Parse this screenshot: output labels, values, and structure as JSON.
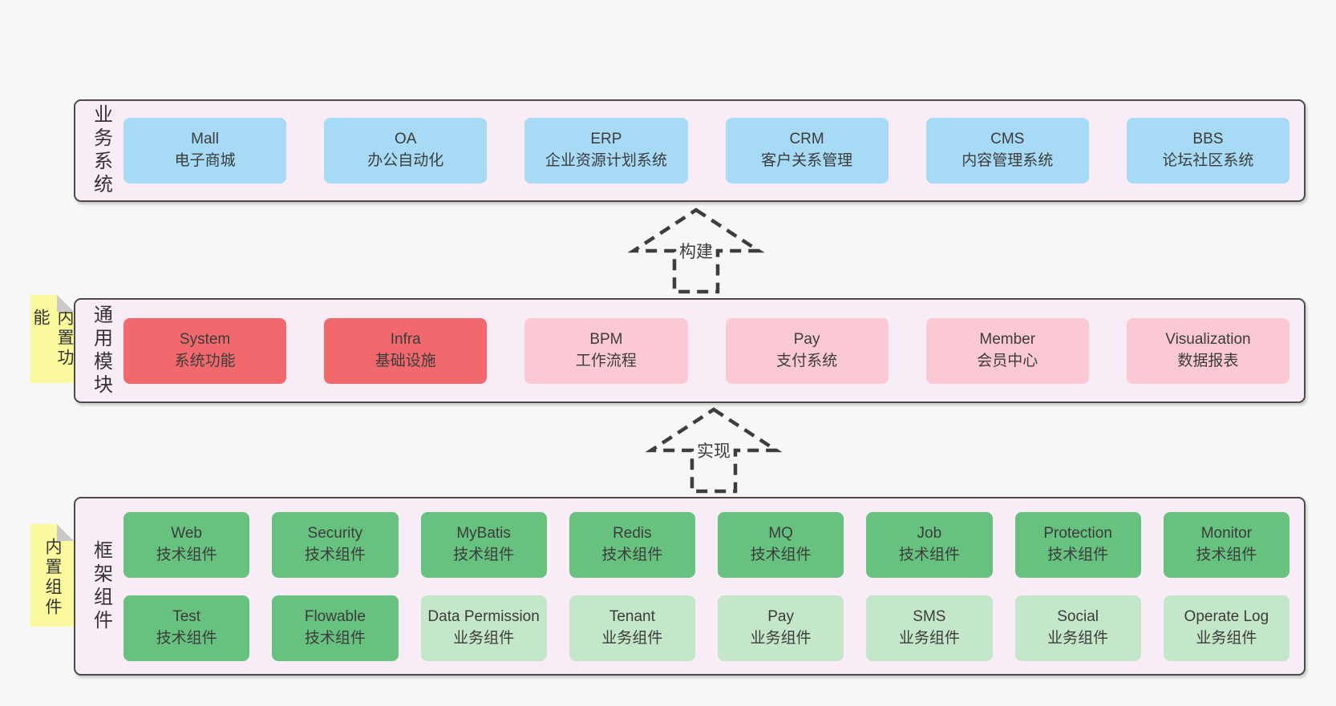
{
  "colors": {
    "page_bg": "#f7f7f7",
    "band_bg": "#f8edf6",
    "band_border": "#4b4b4b",
    "text": "#3c3c3c",
    "blue": "#a7daf5",
    "red": "#f1696d",
    "pink": "#fbc9d3",
    "green": "#66c27e",
    "light_green": "#c3e7c8",
    "note_yellow": "#fbf99e",
    "note_fold": "#c9c9c9",
    "arrow": "#3d3d3d"
  },
  "bands": [
    {
      "label": "业务系统",
      "boxes": [
        {
          "title": "Mall",
          "subtitle": "电子商城",
          "variant": "blue"
        },
        {
          "title": "OA",
          "subtitle": "办公自动化",
          "variant": "blue"
        },
        {
          "title": "ERP",
          "subtitle": "企业资源计划系统",
          "variant": "blue"
        },
        {
          "title": "CRM",
          "subtitle": "客户关系管理",
          "variant": "blue"
        },
        {
          "title": "CMS",
          "subtitle": "内容管理系统",
          "variant": "blue"
        },
        {
          "title": "BBS",
          "subtitle": "论坛社区系统",
          "variant": "blue"
        }
      ]
    },
    {
      "label": "通用模块",
      "note": "内置功能",
      "boxes": [
        {
          "title": "System",
          "subtitle": "系统功能",
          "variant": "red"
        },
        {
          "title": "Infra",
          "subtitle": "基础设施",
          "variant": "red"
        },
        {
          "title": "BPM",
          "subtitle": "工作流程",
          "variant": "pink"
        },
        {
          "title": "Pay",
          "subtitle": "支付系统",
          "variant": "pink"
        },
        {
          "title": "Member",
          "subtitle": "会员中心",
          "variant": "pink"
        },
        {
          "title": "Visualization",
          "subtitle": "数据报表",
          "variant": "pink"
        }
      ]
    },
    {
      "label": "框架组件",
      "note": "内置组件",
      "rows": [
        [
          {
            "title": "Web",
            "subtitle": "技术组件",
            "variant": "green"
          },
          {
            "title": "Security",
            "subtitle": "技术组件",
            "variant": "green"
          },
          {
            "title": "MyBatis",
            "subtitle": "技术组件",
            "variant": "green"
          },
          {
            "title": "Redis",
            "subtitle": "技术组件",
            "variant": "green"
          },
          {
            "title": "MQ",
            "subtitle": "技术组件",
            "variant": "green"
          },
          {
            "title": "Job",
            "subtitle": "技术组件",
            "variant": "green"
          },
          {
            "title": "Protection",
            "subtitle": "技术组件",
            "variant": "green"
          },
          {
            "title": "Monitor",
            "subtitle": "技术组件",
            "variant": "green"
          }
        ],
        [
          {
            "title": "Test",
            "subtitle": "技术组件",
            "variant": "green"
          },
          {
            "title": "Flowable",
            "subtitle": "技术组件",
            "variant": "green"
          },
          {
            "title": "Data Permission",
            "subtitle": "业务组件",
            "variant": "light_green"
          },
          {
            "title": "Tenant",
            "subtitle": "业务组件",
            "variant": "light_green"
          },
          {
            "title": "Pay",
            "subtitle": "业务组件",
            "variant": "light_green"
          },
          {
            "title": "SMS",
            "subtitle": "业务组件",
            "variant": "light_green"
          },
          {
            "title": "Social",
            "subtitle": "业务组件",
            "variant": "light_green"
          },
          {
            "title": "Operate Log",
            "subtitle": "业务组件",
            "variant": "light_green"
          }
        ]
      ]
    }
  ],
  "arrows": [
    {
      "label": "构建"
    },
    {
      "label": "实现"
    }
  ]
}
